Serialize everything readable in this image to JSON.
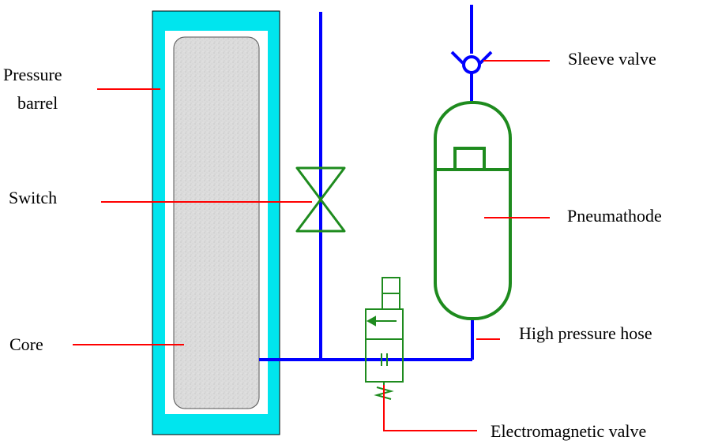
{
  "labels": {
    "pressure_barrel_line1": "Pressure",
    "pressure_barrel_line2": "barrel",
    "switch": "Switch",
    "core": "Core",
    "sleeve_valve": "Sleeve valve",
    "pneumathode": "Pneumathode",
    "high_pressure_hose": "High pressure hose",
    "electromagnetic_valve": "Electromagnetic valve"
  },
  "colors": {
    "barrel_fill": "#00e5ee",
    "barrel_stroke": "#000000",
    "core_fill": "#d9d9d9",
    "pipe": "#0000ff",
    "component": "#1e8b1e",
    "leader": "#ff0000",
    "text": "#000000"
  }
}
